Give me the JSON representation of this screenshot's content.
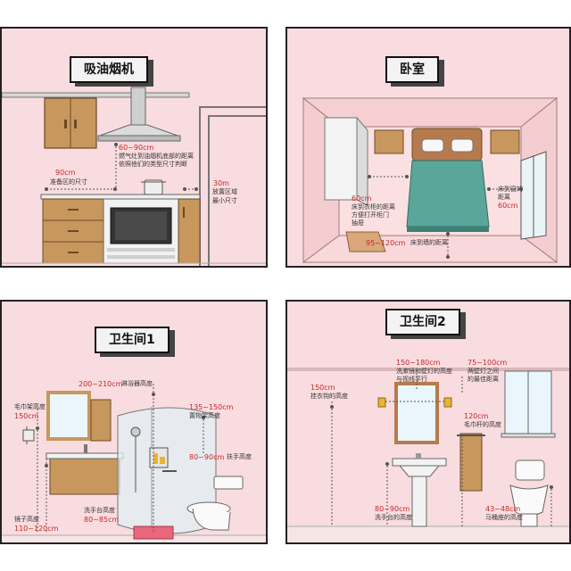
{
  "panels": {
    "kitchen": {
      "title": "吸油烟机",
      "hood_height": "60~90cm",
      "hood_note1": "燃气灶到油烟机底部的距离",
      "hood_note2": "依照他们的类型尺寸判断",
      "prep_width": "90cm",
      "prep_note": "准备区的尺寸",
      "place_size": "30m",
      "place_note1": "放置区域",
      "place_note2": "最小尺寸"
    },
    "bedroom": {
      "title": "卧室",
      "wardrobe_dist": "60cm",
      "wardrobe_note1": "床到衣柜的距离",
      "wardrobe_note2": "方便打开柜门",
      "wardrobe_note3": "抽屉",
      "window_dist": "60cm",
      "window_note1": "床到窗的",
      "window_note2": "距离",
      "wall_dist": "95~120cm",
      "wall_note": "床到墙的距离"
    },
    "bathroom1": {
      "title": "卫生间1",
      "shower_height": "200~210cm",
      "shower_note": "淋浴器高度",
      "towel_label": "毛巾架高度",
      "towel_height": "150cm",
      "shelf_height": "135~150cm",
      "shelf_note": "置物架高度",
      "handrail_height": "80~90cm",
      "handrail_note": "扶手高度",
      "basin_note": "洗手台高度",
      "basin_height": "80~85cm",
      "mirror_note": "镜子高度",
      "mirror_height": "110~120cm"
    },
    "bathroom2": {
      "title": "卫生间2",
      "hook_height": "150cm",
      "hook_note": "挂衣钩的高度",
      "mirror_height": "150~180cm",
      "mirror_note1": "洗漱镜和壁灯的高度",
      "mirror_note2": "与视线平行",
      "lamp_height": "75~100cm",
      "lamp_note1": "两壁灯之间",
      "lamp_note2": "的最佳距离",
      "towel_height": "120cm",
      "towel_note": "毛巾杆的高度",
      "basin_height": "80~90cm",
      "basin_note": "洗手台的高度",
      "toilet_height": "43~48cm",
      "toilet_note": "马桶座的高度"
    }
  },
  "colors": {
    "panel_bg": "#f9dcdf",
    "wood": "#c8975e",
    "label_red": "#c62828",
    "bed_green": "#5aa79a"
  }
}
